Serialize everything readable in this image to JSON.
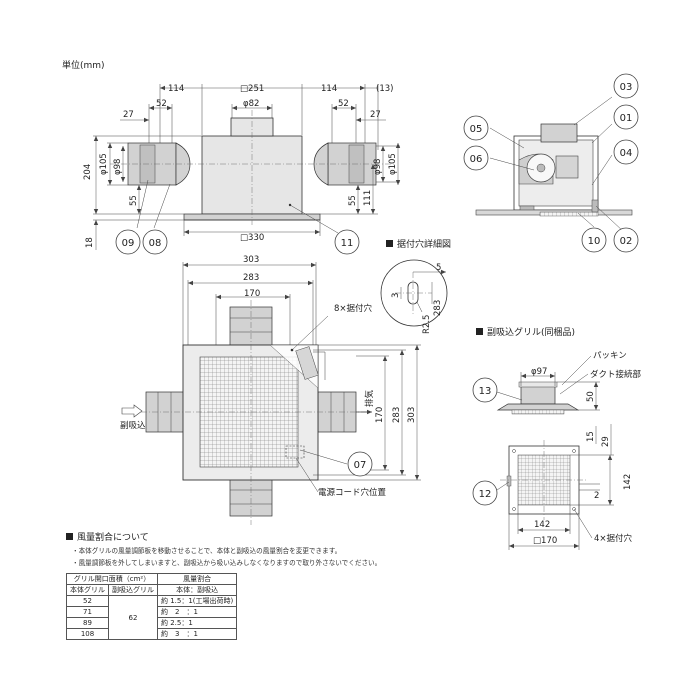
{
  "header": {
    "unit_label": "単位(mm)"
  },
  "sections": {
    "mounting_hole_detail": "据付穴詳細図",
    "sub_grille": "副吸込グリル(同梱品)",
    "airflow_ratio": "風量割合について"
  },
  "side_view": {
    "dims": {
      "d114_left": "114",
      "d251": "□251",
      "d114_right": "114",
      "d13": "(13)",
      "d52_left": "52",
      "d82": "φ82",
      "d52_right": "52",
      "d27_left": "27",
      "d27_right": "27",
      "d204": "204",
      "d105_left": "φ105",
      "d98_left": "φ98",
      "d98_right": "φ98",
      "d105_right": "φ105",
      "d55_left": "55",
      "d55_right": "55",
      "d111": "111",
      "d18": "18",
      "d330": "□330"
    },
    "callouts": {
      "c09": "09",
      "c08": "08",
      "c11": "11"
    }
  },
  "section_view": {
    "callouts": {
      "c03": "03",
      "c01": "01",
      "c05": "05",
      "c06": "06",
      "c04": "04",
      "c10": "10",
      "c02": "02"
    }
  },
  "hole_detail": {
    "dims": {
      "d5": "5",
      "d3": "3",
      "d283": "283",
      "r25": "R2.5"
    }
  },
  "top_view": {
    "dims": {
      "d303_top": "303",
      "d283_top": "283",
      "d170_top": "170",
      "d170_side": "170",
      "d283_side": "283",
      "d303_side": "303"
    },
    "labels": {
      "holes": "8×据付穴",
      "exhaust": "排気",
      "sub_intake": "副吸込",
      "power_cord": "電源コード穴位置"
    },
    "callouts": {
      "c07": "07"
    }
  },
  "sub_grille_view": {
    "dims": {
      "d97": "φ97",
      "d50": "50",
      "d15": "15",
      "d29": "29",
      "d142_side": "142",
      "d2": "2",
      "d142_bottom": "142",
      "d170": "□170"
    },
    "labels": {
      "packing": "パッキン",
      "duct": "ダクト接続部",
      "holes": "4×据付穴"
    },
    "callouts": {
      "c13": "13",
      "c12": "12"
    }
  },
  "airflow": {
    "notes": [
      "・本体グリルの風量調節板を移動させることで、本体と副吸込の風量割合を変更できます。",
      "・風量調節板を外してしまいますと、副吸込から吸い込みしなくなりますので取り外さないでください。"
    ],
    "table": {
      "header_group": "グリル開口面積（cm²）",
      "header_ratio": "風量割合",
      "col_main": "本体グリル",
      "col_sub": "副吸込グリル",
      "col_ratio": "本体：副吸込",
      "sub_value": "62",
      "rows": [
        {
          "main": "52",
          "ratio": "約 1.5：1(工場出荷時)"
        },
        {
          "main": "71",
          "ratio": "約　2　：1"
        },
        {
          "main": "89",
          "ratio": "約 2.5：1"
        },
        {
          "main": "108",
          "ratio": "約　3　：1"
        }
      ]
    }
  }
}
